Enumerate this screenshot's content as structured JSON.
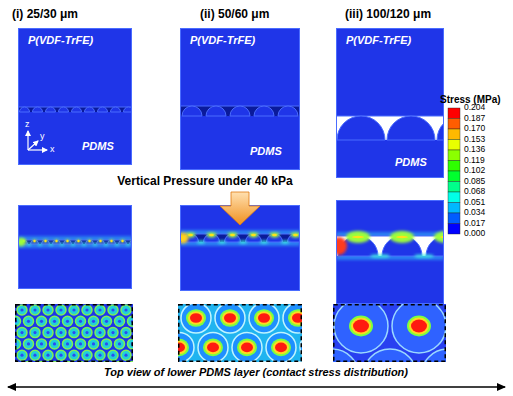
{
  "diagram": {
    "labels": [
      "(i) 25/30 μm",
      "(ii) 50/60 μm",
      "(iii) 100/120 μm",
      "P(VDF-TrFE)",
      "PDMS",
      "P(VDF-TrFE)",
      "PDMS",
      "P(VDF-TrFE)",
      "PDMS",
      "z",
      "y",
      "x",
      "Vertical Pressure under 40 kPa",
      "Stress (MPa)",
      "0.204",
      "0.187",
      "0.170",
      "0.153",
      "0.136",
      "0.119",
      "0.102",
      "0.085",
      "0.068",
      "0.051",
      "0.034",
      "0.017",
      "0.000",
      "Top view of lower PDMS layer (contact stress distribution)"
    ]
  }
}
